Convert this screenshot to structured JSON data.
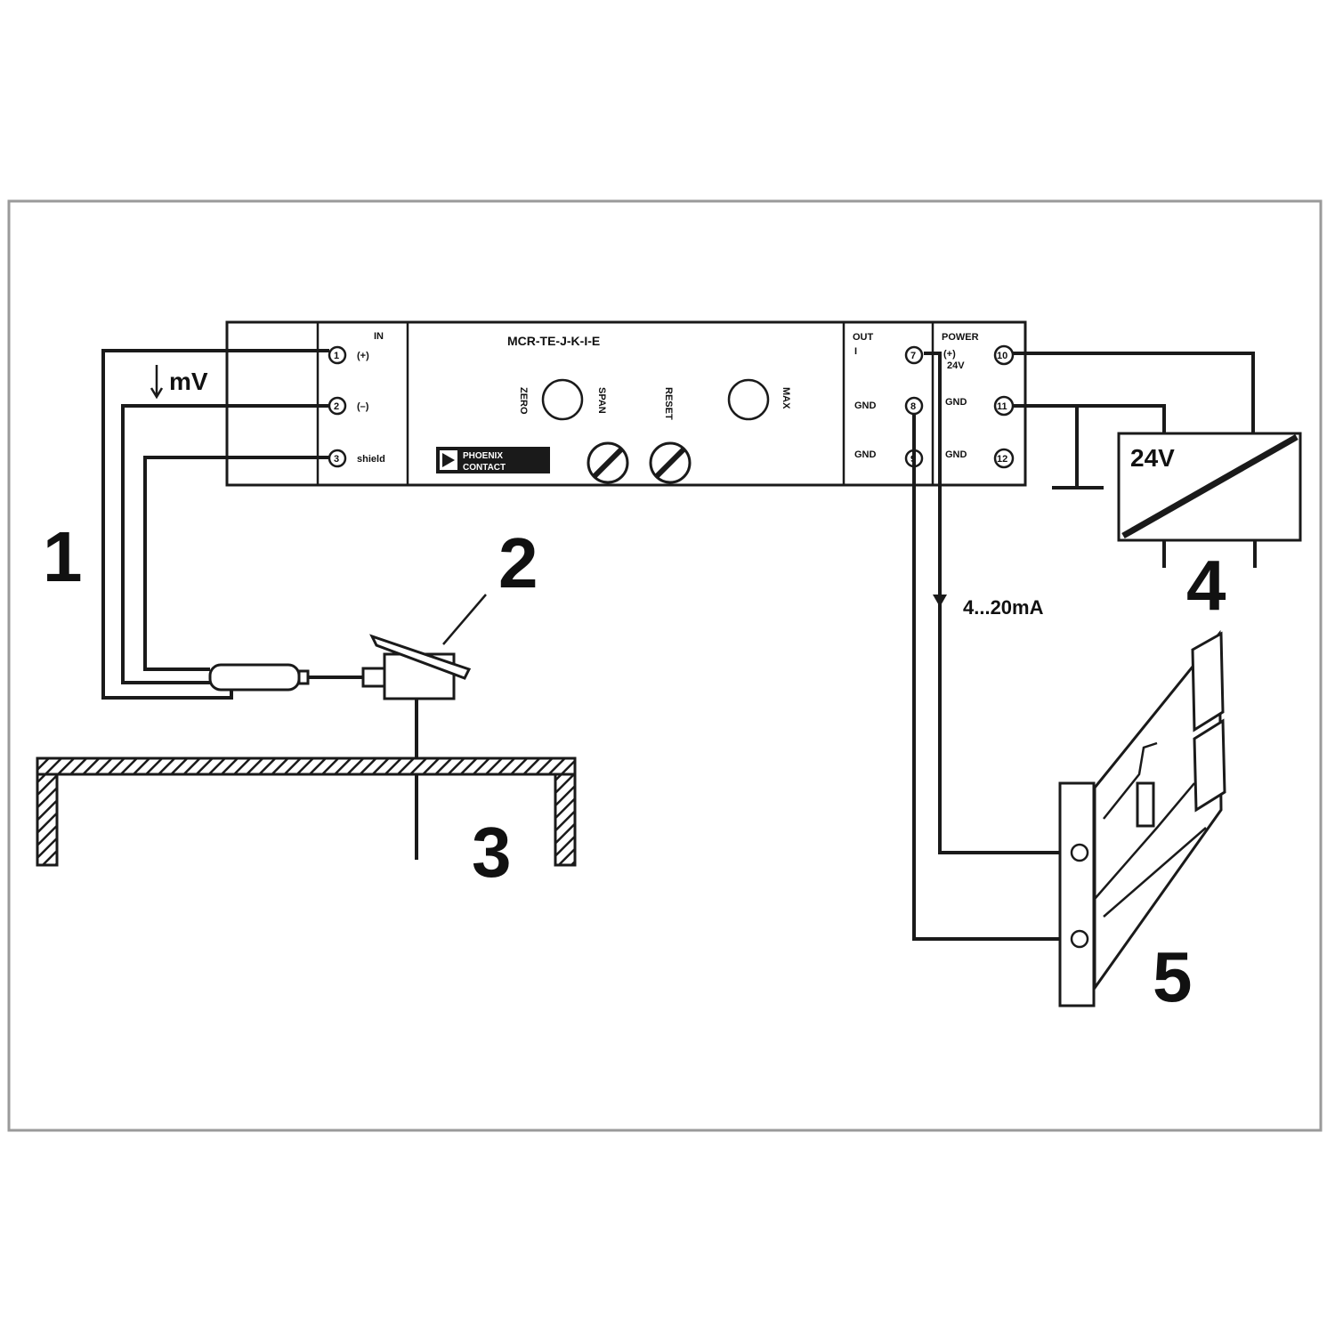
{
  "module": {
    "model": "MCR-TE-J-K-I-E",
    "in_header": "IN",
    "out_header": "OUT",
    "out_sub": "I",
    "power_header": "POWER",
    "power_sub": "24V",
    "terminals": [
      {
        "num": "1",
        "label": "(+)"
      },
      {
        "num": "2",
        "label": "(–)"
      },
      {
        "num": "3",
        "label": "shield"
      },
      {
        "num": "7",
        "label": ""
      },
      {
        "num": "8",
        "label": "GND"
      },
      {
        "num": "9",
        "label": "GND"
      },
      {
        "num": "10",
        "label": "(+)"
      },
      {
        "num": "11",
        "label": "GND"
      },
      {
        "num": "12",
        "label": "GND"
      }
    ],
    "pot_labels": [
      "ZERO",
      "SPAN",
      "RESET",
      "MAX"
    ],
    "logo_line1": "PHOENIX",
    "logo_line2": "CONTACT"
  },
  "signals": {
    "input": "mV",
    "output": "4...20mA",
    "supply": "24V"
  },
  "callouts": [
    "1",
    "2",
    "3",
    "4",
    "5"
  ]
}
